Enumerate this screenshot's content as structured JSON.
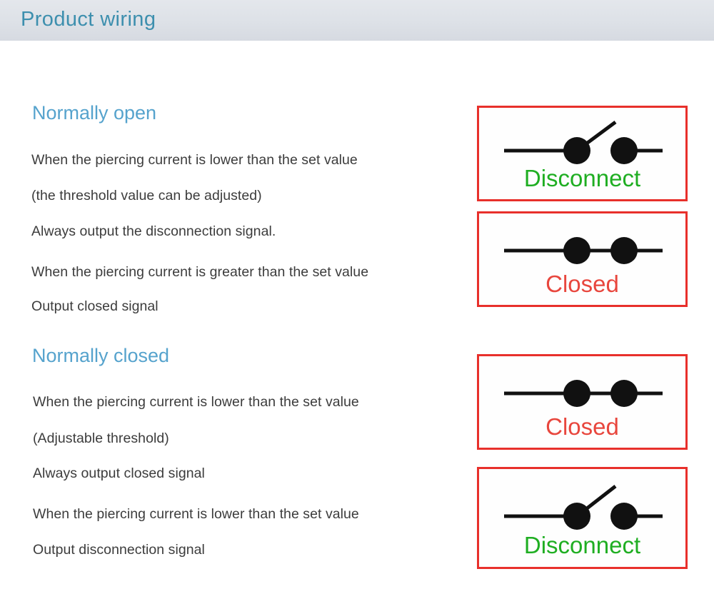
{
  "header": {
    "title": "Product wiring",
    "background_color": "#dfe3e8",
    "title_color": "#3d8fae"
  },
  "colors": {
    "heading_blue": "#56a3cd",
    "body_text": "#3c3c3c",
    "box_border_red": "#e8302b",
    "label_green": "#1fae22",
    "label_red": "#e8463d",
    "switch_black": "#111111"
  },
  "sections": [
    {
      "heading": "Normally open",
      "lines": [
        "When the piercing current is lower than the set value",
        "(the threshold value can be adjusted)",
        "Always output the disconnection signal.",
        "When the piercing current is greater than the set value",
        "Output closed signal"
      ]
    },
    {
      "heading": "Normally closed",
      "lines": [
        "When the piercing current is lower than the set value",
        "(Adjustable threshold)",
        "Always output closed signal",
        "When the piercing current is lower than the set value",
        "Output disconnection signal"
      ]
    }
  ],
  "diagrams": [
    {
      "icon": "switch-open-icon",
      "state": "open",
      "label": "Disconnect",
      "label_color": "#1fae22"
    },
    {
      "icon": "switch-closed-icon",
      "state": "closed",
      "label": "Closed",
      "label_color": "#e8463d"
    },
    {
      "icon": "switch-closed-icon",
      "state": "closed",
      "label": "Closed",
      "label_color": "#e8463d"
    },
    {
      "icon": "switch-open-icon",
      "state": "open",
      "label": "Disconnect",
      "label_color": "#1fae22"
    }
  ]
}
